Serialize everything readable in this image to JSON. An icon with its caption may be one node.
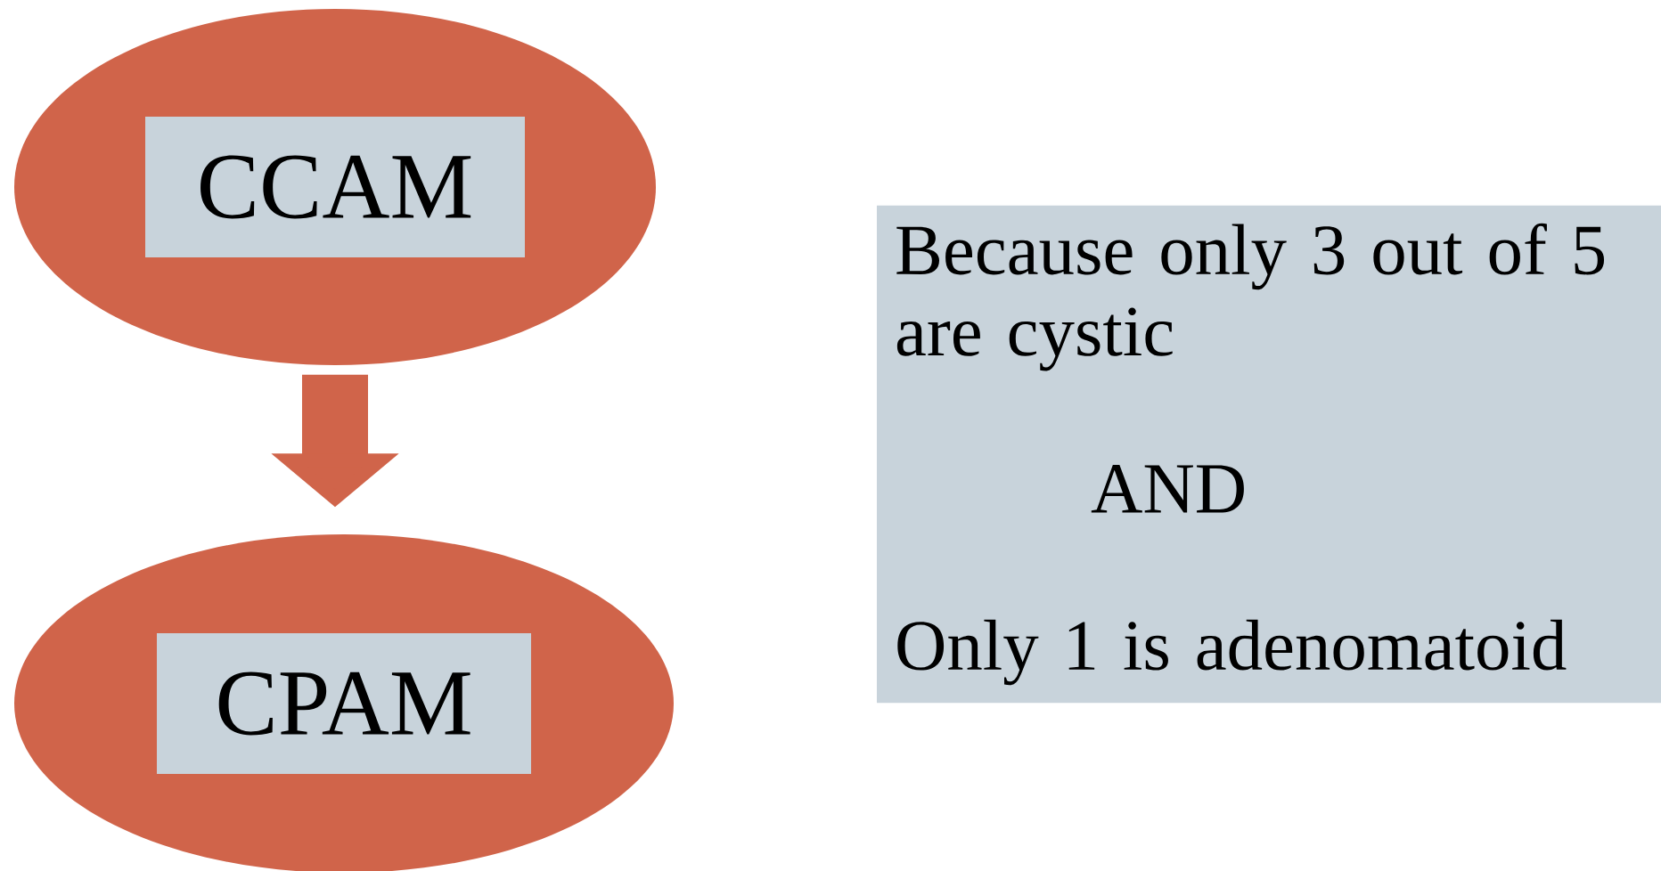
{
  "diagram": {
    "nodes": [
      {
        "text": [
          "CCAM"
        ]
      },
      {
        "text": [
          "CPAM"
        ]
      },
      {
        "text": [
          "Because only 3 out of 5 are cystic",
          "AND",
          "Only 1 is adenomatoid"
        ]
      }
    ],
    "edges": [
      {
        "from": 0,
        "to": 1,
        "arrow": "to"
      }
    ]
  }
}
